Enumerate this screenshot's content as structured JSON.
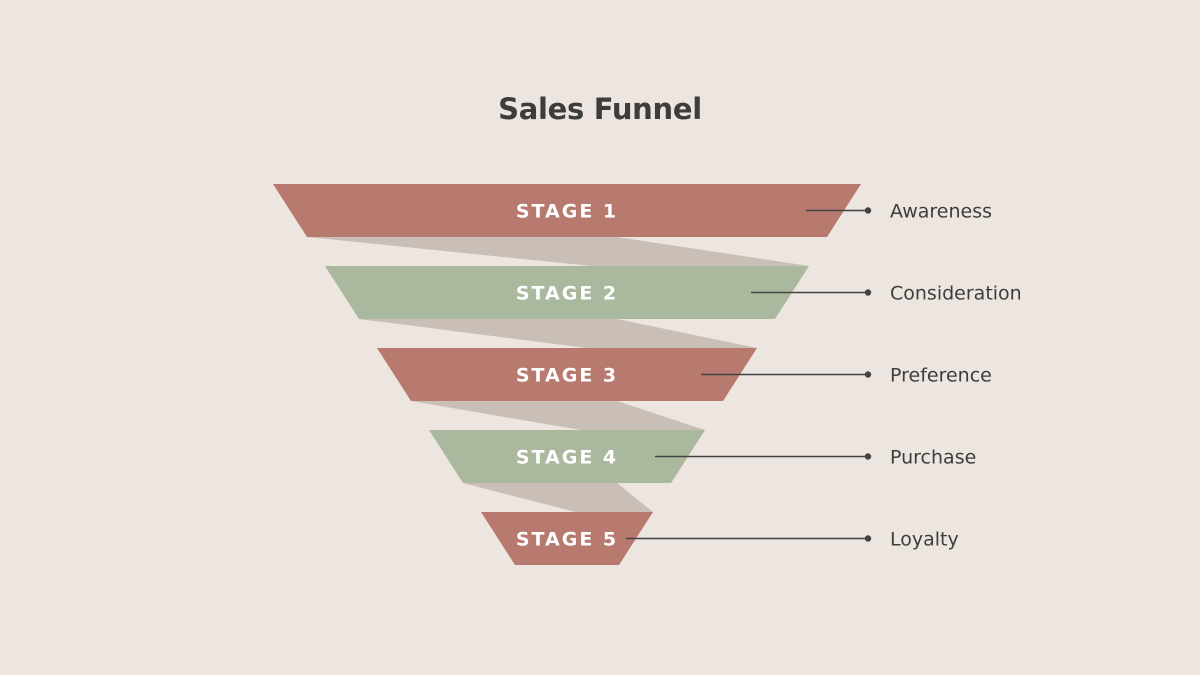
{
  "title": "Sales Funnel",
  "colors": {
    "background": "#ede5df",
    "stage_odd": "#b8796e",
    "stage_even": "#aab89d",
    "connector": "#c9bfb6",
    "leader": "#444444",
    "title": "#3d3d3b"
  },
  "stages": [
    {
      "name": "STAGE 1",
      "label": "Awareness"
    },
    {
      "name": "STAGE 2",
      "label": "Consideration"
    },
    {
      "name": "STAGE 3",
      "label": "Preference"
    },
    {
      "name": "STAGE 4",
      "label": "Purchase"
    },
    {
      "name": "STAGE 5",
      "label": "Loyalty"
    }
  ]
}
